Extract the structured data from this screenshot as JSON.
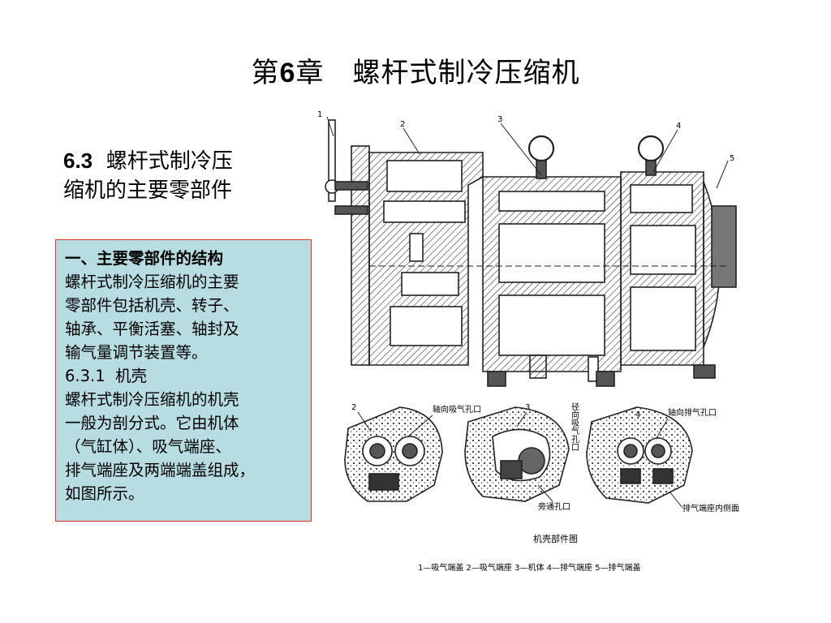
{
  "title": {
    "prefix": "第",
    "num": "6",
    "rest": "章　螺杆式制冷压缩机"
  },
  "subtitle": {
    "num": "6.3",
    "line1": "螺杆式制冷压",
    "line2": "缩机的主要零部件"
  },
  "textbox": {
    "heading": "一、主要零部件的结构",
    "p1": [
      "螺杆式制冷压缩机的主要",
      "零部件包括机壳、转子、",
      "轴承、平衡活塞、轴封及",
      "输气量调节装置等。"
    ],
    "section": "6.3.1  机壳",
    "p2": [
      "螺杆式制冷压缩机的机壳",
      "一般为剖分式。它由机体",
      "（气缸体）、吸气端座、",
      "排气端座及两端端盖组成，",
      "如图所示。"
    ]
  },
  "figure": {
    "callouts": [
      "1",
      "2",
      "3",
      "4",
      "5"
    ],
    "lower_callouts": [
      "2",
      "3",
      "4"
    ],
    "label_axial_suction": "轴向吸气孔口",
    "label_radial_suction": "径向吸气孔口",
    "label_axial_discharge": "轴向排气孔口",
    "label_bypass": "旁通孔口",
    "label_discharge_inner": "排气端座内侧面",
    "caption": "机壳部件图",
    "legend": "1—吸气端盖  2—吸气端座  3—机体  4—排气端座  5—排气端盖"
  }
}
